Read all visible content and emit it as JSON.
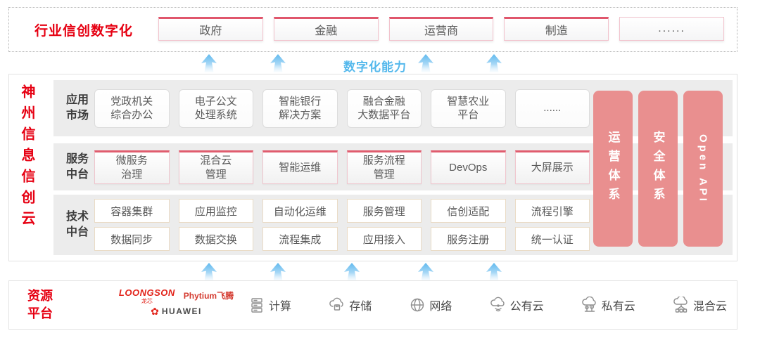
{
  "top": {
    "title": "行业信创数字化",
    "industries": [
      "政府",
      "金融",
      "运营商",
      "制造",
      "......"
    ]
  },
  "capability": {
    "label": "数字化能力"
  },
  "main": {
    "vertical_title": "神州信息信创云",
    "row1": {
      "label": "应用\n市场",
      "items": [
        "党政机关\n综合办公",
        "电子公文\n处理系统",
        "智能银行\n解决方案",
        "融合金融\n大数据平台",
        "智慧农业\n平台",
        "......"
      ]
    },
    "row2": {
      "label": "服务\n中台",
      "items": [
        "微服务\n治理",
        "混合云\n管理",
        "智能运维",
        "服务流程\n管理",
        "DevOps",
        "大屏展示"
      ]
    },
    "row3": {
      "label": "技术\n中台",
      "items_top": [
        "容器集群",
        "应用监控",
        "自动化运维",
        "服务管理",
        "信创适配",
        "流程引擎"
      ],
      "items_bottom": [
        "数据同步",
        "数据交换",
        "流程集成",
        "应用接入",
        "服务注册",
        "统一认证"
      ]
    },
    "pillars": [
      "运营体系",
      "安全体系",
      "Open API"
    ]
  },
  "bottom": {
    "title": "资源\n平台",
    "vendors": {
      "loongson": "LOONGSON",
      "loongson_cn": "龙芯",
      "phytium": "Phytium飞腾",
      "huawei_petal": "✿",
      "huawei": "HUAWEI"
    },
    "resources": [
      {
        "icon": "compute-icon",
        "label": "计算"
      },
      {
        "icon": "storage-icon",
        "label": "存储"
      },
      {
        "icon": "network-icon",
        "label": "网络"
      },
      {
        "icon": "public-cloud-icon",
        "label": "公有云"
      },
      {
        "icon": "private-cloud-icon",
        "label": "私有云"
      },
      {
        "icon": "hybrid-cloud-icon",
        "label": "混合云"
      }
    ]
  },
  "colors": {
    "accent_red": "#e60012",
    "box_top_border": "#e0566c",
    "pillar_pink": "#e98f8f",
    "capability_blue": "#54b8ec",
    "band_gray": "#ececec"
  }
}
